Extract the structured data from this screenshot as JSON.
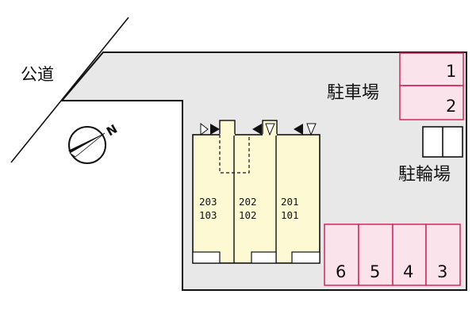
{
  "road_label": "公道",
  "parking_label": "駐車場",
  "bicycle_label": "駐輪場",
  "compass_label": "N",
  "parking_spaces_top": [
    "1",
    "2"
  ],
  "parking_spaces_bottom": [
    "6",
    "5",
    "4",
    "3"
  ],
  "units": [
    {
      "upper": "203",
      "lower": "103"
    },
    {
      "upper": "202",
      "lower": "102"
    },
    {
      "upper": "201",
      "lower": "101"
    }
  ],
  "colors": {
    "parking_fill": "#fbe3ec",
    "parking_stroke": "#d6245c",
    "building_fill": "#fdfad3",
    "site_fill": "#e8e8e8",
    "outline": "#111111"
  }
}
